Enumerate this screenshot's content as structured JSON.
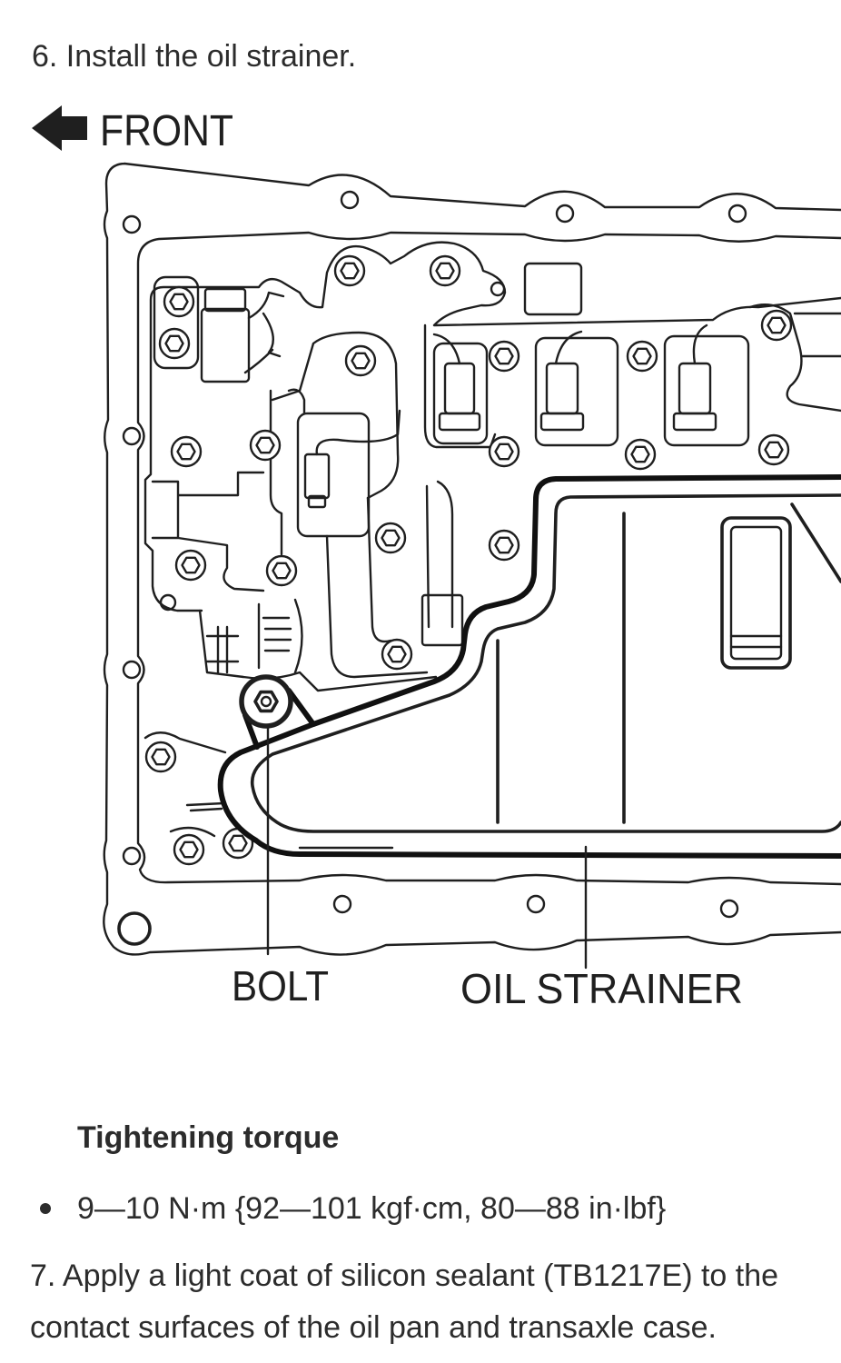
{
  "step6": "6. Install the oil strainer.",
  "figure": {
    "front_icon": "left-arrow-icon",
    "front_label": "FRONT",
    "bolt_label": "BOLT",
    "strainer_label": "OIL STRAINER"
  },
  "torque": {
    "heading": "Tightening torque",
    "values": [
      "9—10 N·m {92—101 kgf·cm, 80—88 in·lbf}"
    ]
  },
  "step7": "7. Apply a light coat of silicon sealant (TB1217E) to the contact surfaces of the oil pan and transaxle case."
}
